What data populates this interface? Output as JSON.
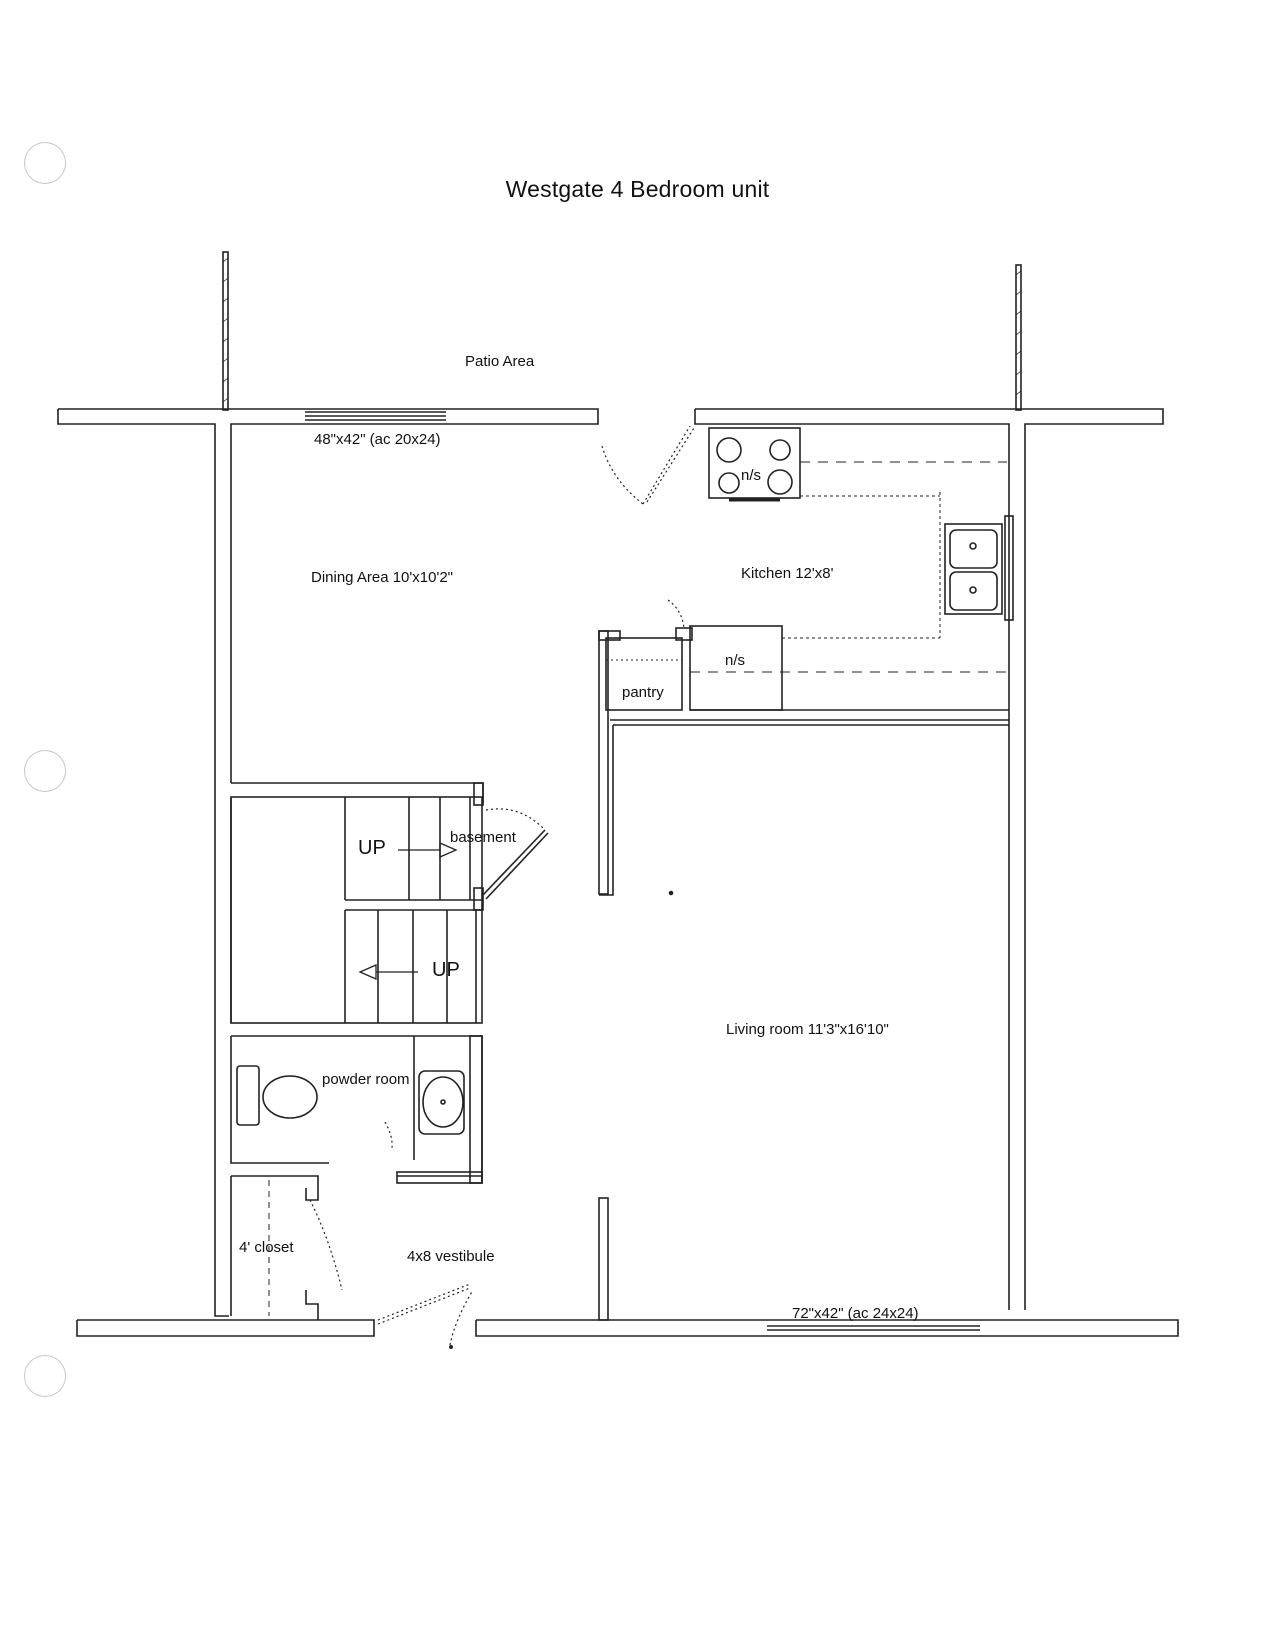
{
  "title": "Westgate  4 Bedroom unit",
  "labels": {
    "patio": "Patio Area",
    "window_top": "48\"x42\" (ac 20x24)",
    "dining": "Dining Area 10'x10'2\"",
    "kitchen": "Kitchen 12'x8'",
    "ns_range": "n/s",
    "ns_fridge": "n/s",
    "pantry": "pantry",
    "basement": "basement",
    "up_upper": "UP",
    "up_lower": "UP",
    "powder_room": "powder room",
    "living_room": "Living room 11'3\"x16'10\"",
    "closet": "4' closet",
    "vestibule": "4x8 vestibule",
    "window_bottom": "72\"x42\" (ac 24x24)"
  },
  "colors": {
    "line": "#222222",
    "paper": "#ffffff"
  },
  "icons": {
    "range": "stove-burners-icon",
    "sink": "double-sink-icon",
    "toilet": "toilet-icon",
    "basin": "basin-icon"
  }
}
